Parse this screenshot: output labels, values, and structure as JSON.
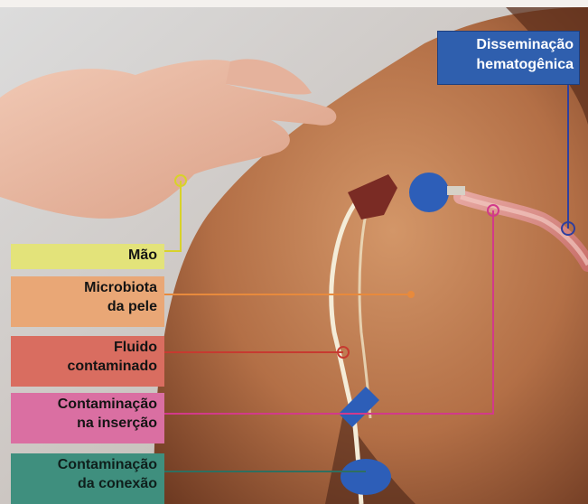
{
  "labels": {
    "mao": "Mão",
    "microbiota": [
      "Microbiota",
      "da pele"
    ],
    "fluido": [
      "Fluido",
      "contaminado"
    ],
    "insercao": [
      "Contaminação",
      "na inserção"
    ],
    "conexao": [
      "Contaminação",
      "da conexão"
    ],
    "hematogenica": [
      "Disseminação",
      "hematogênica"
    ]
  },
  "colors": {
    "mao": "#e3e37a",
    "microbiota": "#e9a776",
    "fluido": "#d96d60",
    "insercao": "#da6fa2",
    "conexao": "#3f8f7e",
    "hematogenica": "#2f5fae"
  }
}
